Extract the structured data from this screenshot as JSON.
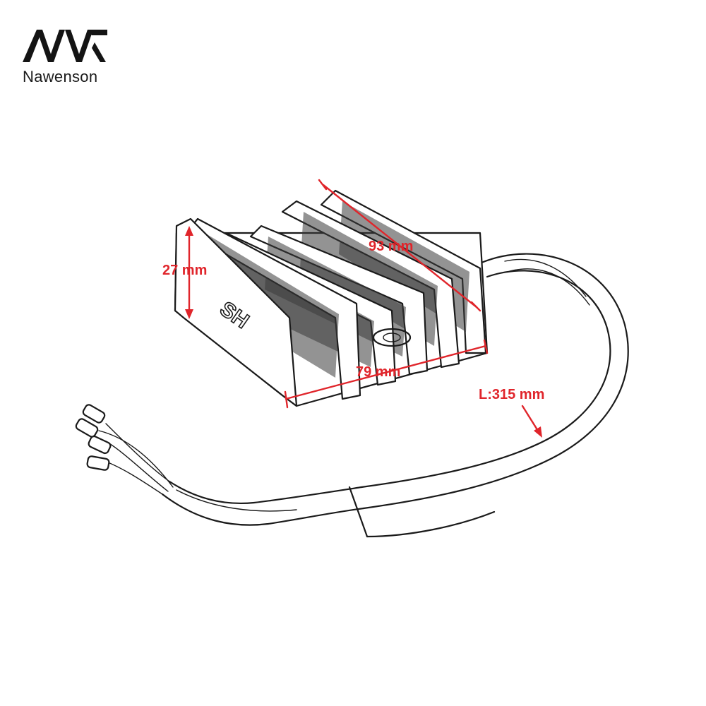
{
  "brand": {
    "name": "Nawenson",
    "logo_text": "NW"
  },
  "product": {
    "part_marking": "SH"
  },
  "dimensions": {
    "depth": "93 mm",
    "height": "27 mm",
    "width": "79 mm",
    "cable_length": "L:315 mm"
  },
  "colors": {
    "dimension_red": "#e0252b",
    "line_art": "#1a1a1a"
  }
}
